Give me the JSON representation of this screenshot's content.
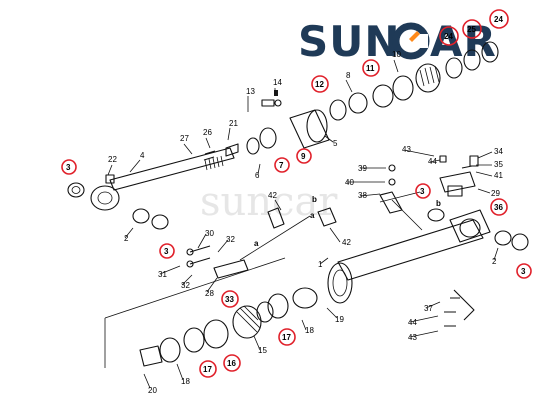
{
  "brand": {
    "logo_text_left": "SUN",
    "logo_text_right": "AR",
    "watermark": "suncar"
  },
  "colors": {
    "callout_ring": "#e0202a",
    "brand_blue": "#1f3a57",
    "brand_orange": "#ff8a1a"
  },
  "labels": {
    "p1": "1",
    "p2a": "2",
    "p2b": "2",
    "p3a": "3",
    "p3b": "3",
    "p3c": "3",
    "p3d": "3",
    "p4": "4",
    "p5": "5",
    "p6": "6",
    "p7": "7",
    "p8": "8",
    "p9": "9",
    "p10": "10",
    "p11": "11",
    "p12": "12",
    "p13": "13",
    "p14": "14",
    "p15": "15",
    "p16": "16",
    "p17a": "17",
    "p17b": "17",
    "p18a": "18",
    "p18b": "18",
    "p19": "19",
    "p20": "20",
    "p21": "21",
    "p22": "22",
    "p24a": "24",
    "p24b": "24",
    "p25": "25",
    "p26": "26",
    "p27": "27",
    "p28": "28",
    "p29": "29",
    "p30": "30",
    "p31": "31",
    "p32a": "32",
    "p32b": "32",
    "p33": "33",
    "p34": "34",
    "p35": "35",
    "p36": "36",
    "p37": "37",
    "p38": "38",
    "p39": "39",
    "p40": "40",
    "p41": "41",
    "p42a": "42",
    "p42b": "42",
    "p43a": "43",
    "p43b": "43",
    "p44a": "44",
    "p44b": "44",
    "ref_a1": "a",
    "ref_a2": "a",
    "ref_b1": "b",
    "ref_b2": "b"
  }
}
